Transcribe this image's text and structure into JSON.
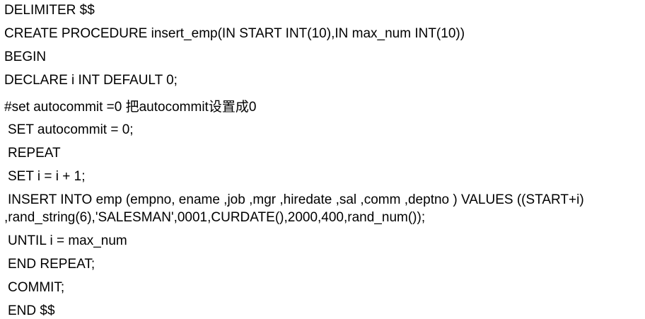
{
  "code": {
    "lines": [
      "DELIMITER $$",
      "CREATE PROCEDURE insert_emp(IN START INT(10),IN max_num INT(10))",
      "BEGIN",
      "DECLARE i INT DEFAULT 0;",
      "#set autocommit =0 把autocommit设置成0",
      "SET autocommit = 0;",
      "REPEAT",
      "SET i = i + 1;",
      "INSERT INTO emp (empno, ename ,job ,mgr ,hiredate ,sal ,comm ,deptno ) VALUES ((START+i)",
      ",rand_string(6),'SALESMAN',0001,CURDATE(),2000,400,rand_num());",
      "UNTIL i = max_num",
      "END REPEAT;",
      "COMMIT;",
      "END $$"
    ]
  }
}
